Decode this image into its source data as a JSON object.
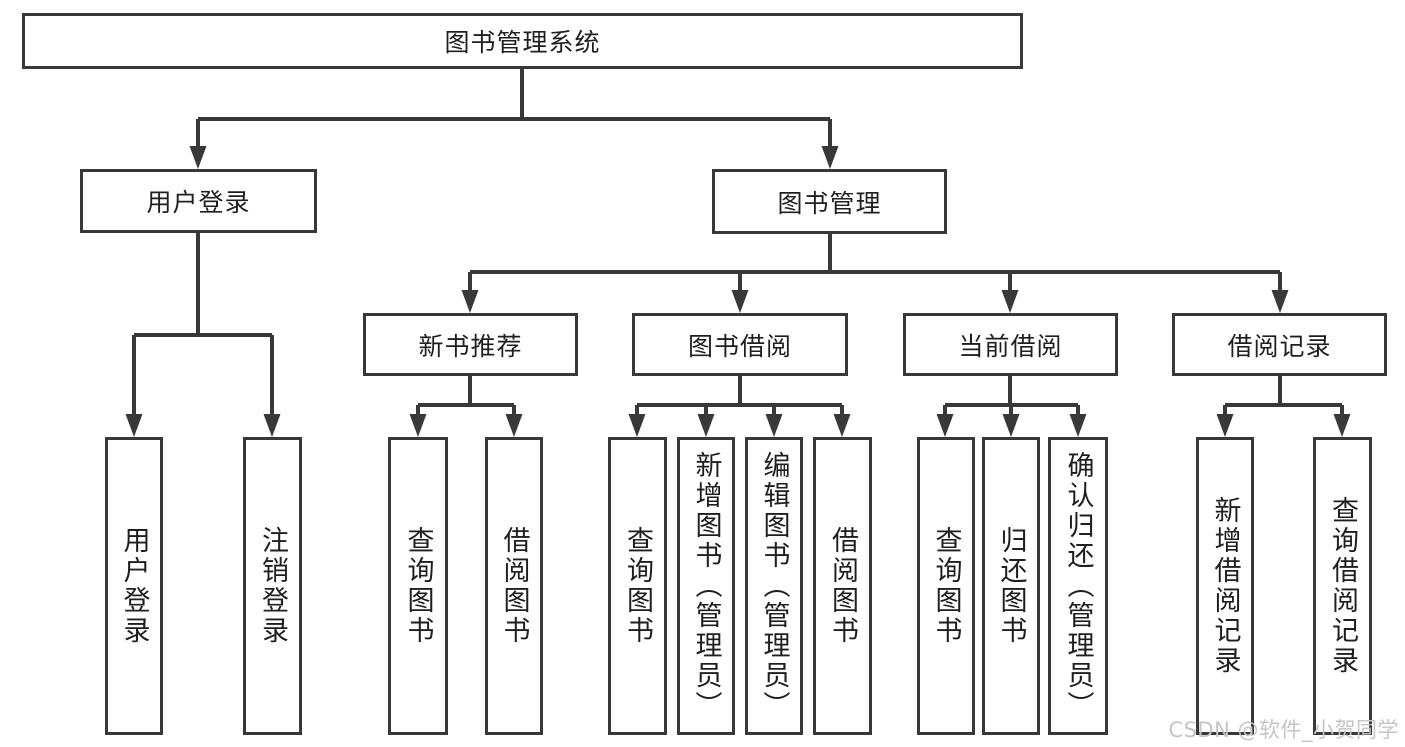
{
  "tree": {
    "root": {
      "label": "图书管理系统"
    },
    "branches": [
      {
        "label": "用户登录",
        "leaves": [
          "用户登录",
          "注销登录"
        ]
      },
      {
        "label": "图书管理",
        "groups": [
          {
            "label": "新书推荐",
            "leaves": [
              "查询图书",
              "借阅图书"
            ]
          },
          {
            "label": "图书借阅",
            "leaves": [
              "查询图书",
              "新增图书（管理员）",
              "编辑图书（管理员）",
              "借阅图书"
            ]
          },
          {
            "label": "当前借阅",
            "leaves": [
              "查询图书",
              "归还图书",
              "确认归还（管理员）"
            ]
          },
          {
            "label": "借阅记录",
            "leaves": [
              "新增借阅记录",
              "查询借阅记录"
            ]
          }
        ]
      }
    ]
  },
  "watermark": "CSDN @软件_小贺同学",
  "colors": {
    "line": "#383838",
    "text": "#1f1f1f",
    "watermark": "#c5c5c5",
    "background": "#ffffff"
  }
}
